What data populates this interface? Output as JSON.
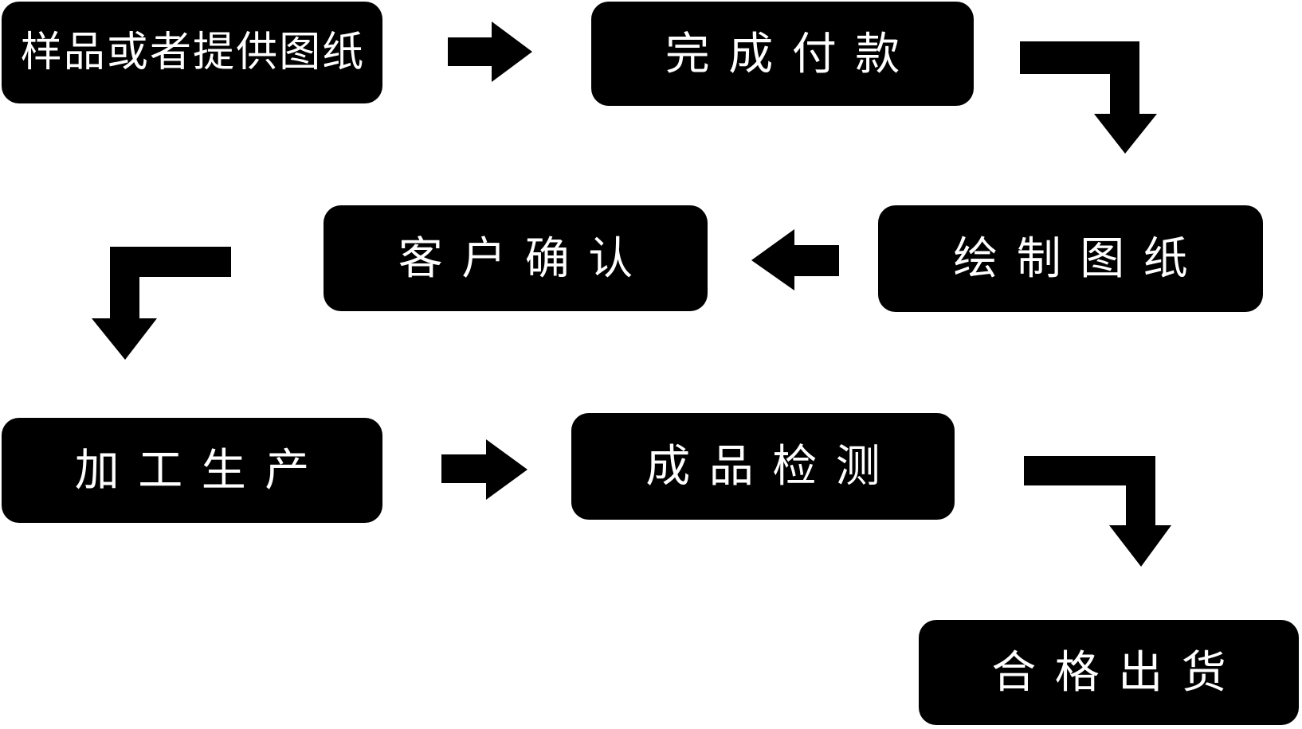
{
  "diagram": {
    "type": "flowchart",
    "colors": {
      "node_bg": "#000000",
      "node_text": "#ffffff",
      "arrow": "#000000",
      "background": "#ffffff"
    },
    "nodes": [
      {
        "id": "sample",
        "label": "样品或者提供图纸"
      },
      {
        "id": "payment",
        "label": "完成付款"
      },
      {
        "id": "draw",
        "label": "绘制图纸"
      },
      {
        "id": "confirm",
        "label": "客户确认"
      },
      {
        "id": "production",
        "label": "加工生产"
      },
      {
        "id": "inspect",
        "label": "成品检测"
      },
      {
        "id": "ship",
        "label": "合格出货"
      }
    ],
    "edges": [
      {
        "from": "sample",
        "to": "payment",
        "shape": "straight-right"
      },
      {
        "from": "payment",
        "to": "draw",
        "shape": "elbow-right-down"
      },
      {
        "from": "draw",
        "to": "confirm",
        "shape": "straight-left"
      },
      {
        "from": "confirm",
        "to": "production",
        "shape": "elbow-left-down"
      },
      {
        "from": "production",
        "to": "inspect",
        "shape": "straight-right"
      },
      {
        "from": "inspect",
        "to": "ship",
        "shape": "elbow-right-down"
      }
    ]
  }
}
